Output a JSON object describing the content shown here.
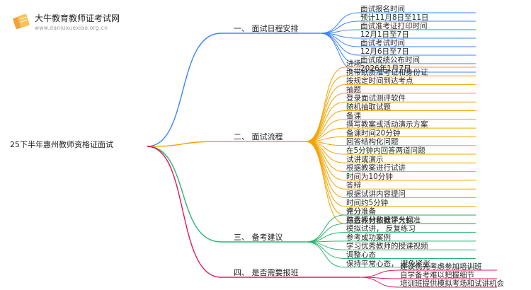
{
  "logo": {
    "title": "大牛教育教师证考试网",
    "url": "www.daniuxuexiao.org.cn"
  },
  "root": {
    "label": "25下半年惠州教师资格证面试"
  },
  "colors": {
    "b1": "#3a86ff",
    "b2": "#f4a300",
    "b3": "#2bb673",
    "b4": "#e5175f"
  },
  "branches": [
    {
      "label": "一、 面试日程安排",
      "color_key": "b1",
      "items": [
        "面试报名时间",
        "预计11月8日至11日",
        "面试准考证打印时间",
        "12月1日至7日",
        "面试考试时间",
        "12月6日至7日",
        "面试成绩公布时间",
        "2026年1月7日"
      ]
    },
    {
      "label": "二、 面试流程",
      "color_key": "b2",
      "items": [
        "进场",
        "携带纸质准考证和身份证",
        "按规定时间到达考点",
        "抽题",
        "登录面试测评软件",
        "随机抽取试题",
        "备课",
        "撰写教案或活动演示方案",
        "备课时间20分钟",
        "回答结构化问题",
        "在5分钟内回答两道问题",
        "试讲或演示",
        "根据教案进行试讲",
        "时间为10分钟",
        "答辩",
        "根据试讲内容提问",
        "时间约5分钟",
        "评分",
        "综合评分依据评分标准"
      ]
    },
    {
      "label": "三、 备考建议",
      "color_key": "b3",
      "items": [
        "充分准备",
        "熟悉教材和教学大纲",
        "模拟试讲， 反复练习",
        "参考成功案例",
        "学习优秀教师的授课视频",
        "调整心态",
        "保持平常心态， 避免紧张"
      ]
    },
    {
      "label": "四、 是否需要报班",
      "color_key": "b4",
      "items": [
        "建议优先考虑参加培训班",
        "自学备考难以把握细节",
        "培训班提供模拟考场和试讲机会"
      ]
    }
  ]
}
